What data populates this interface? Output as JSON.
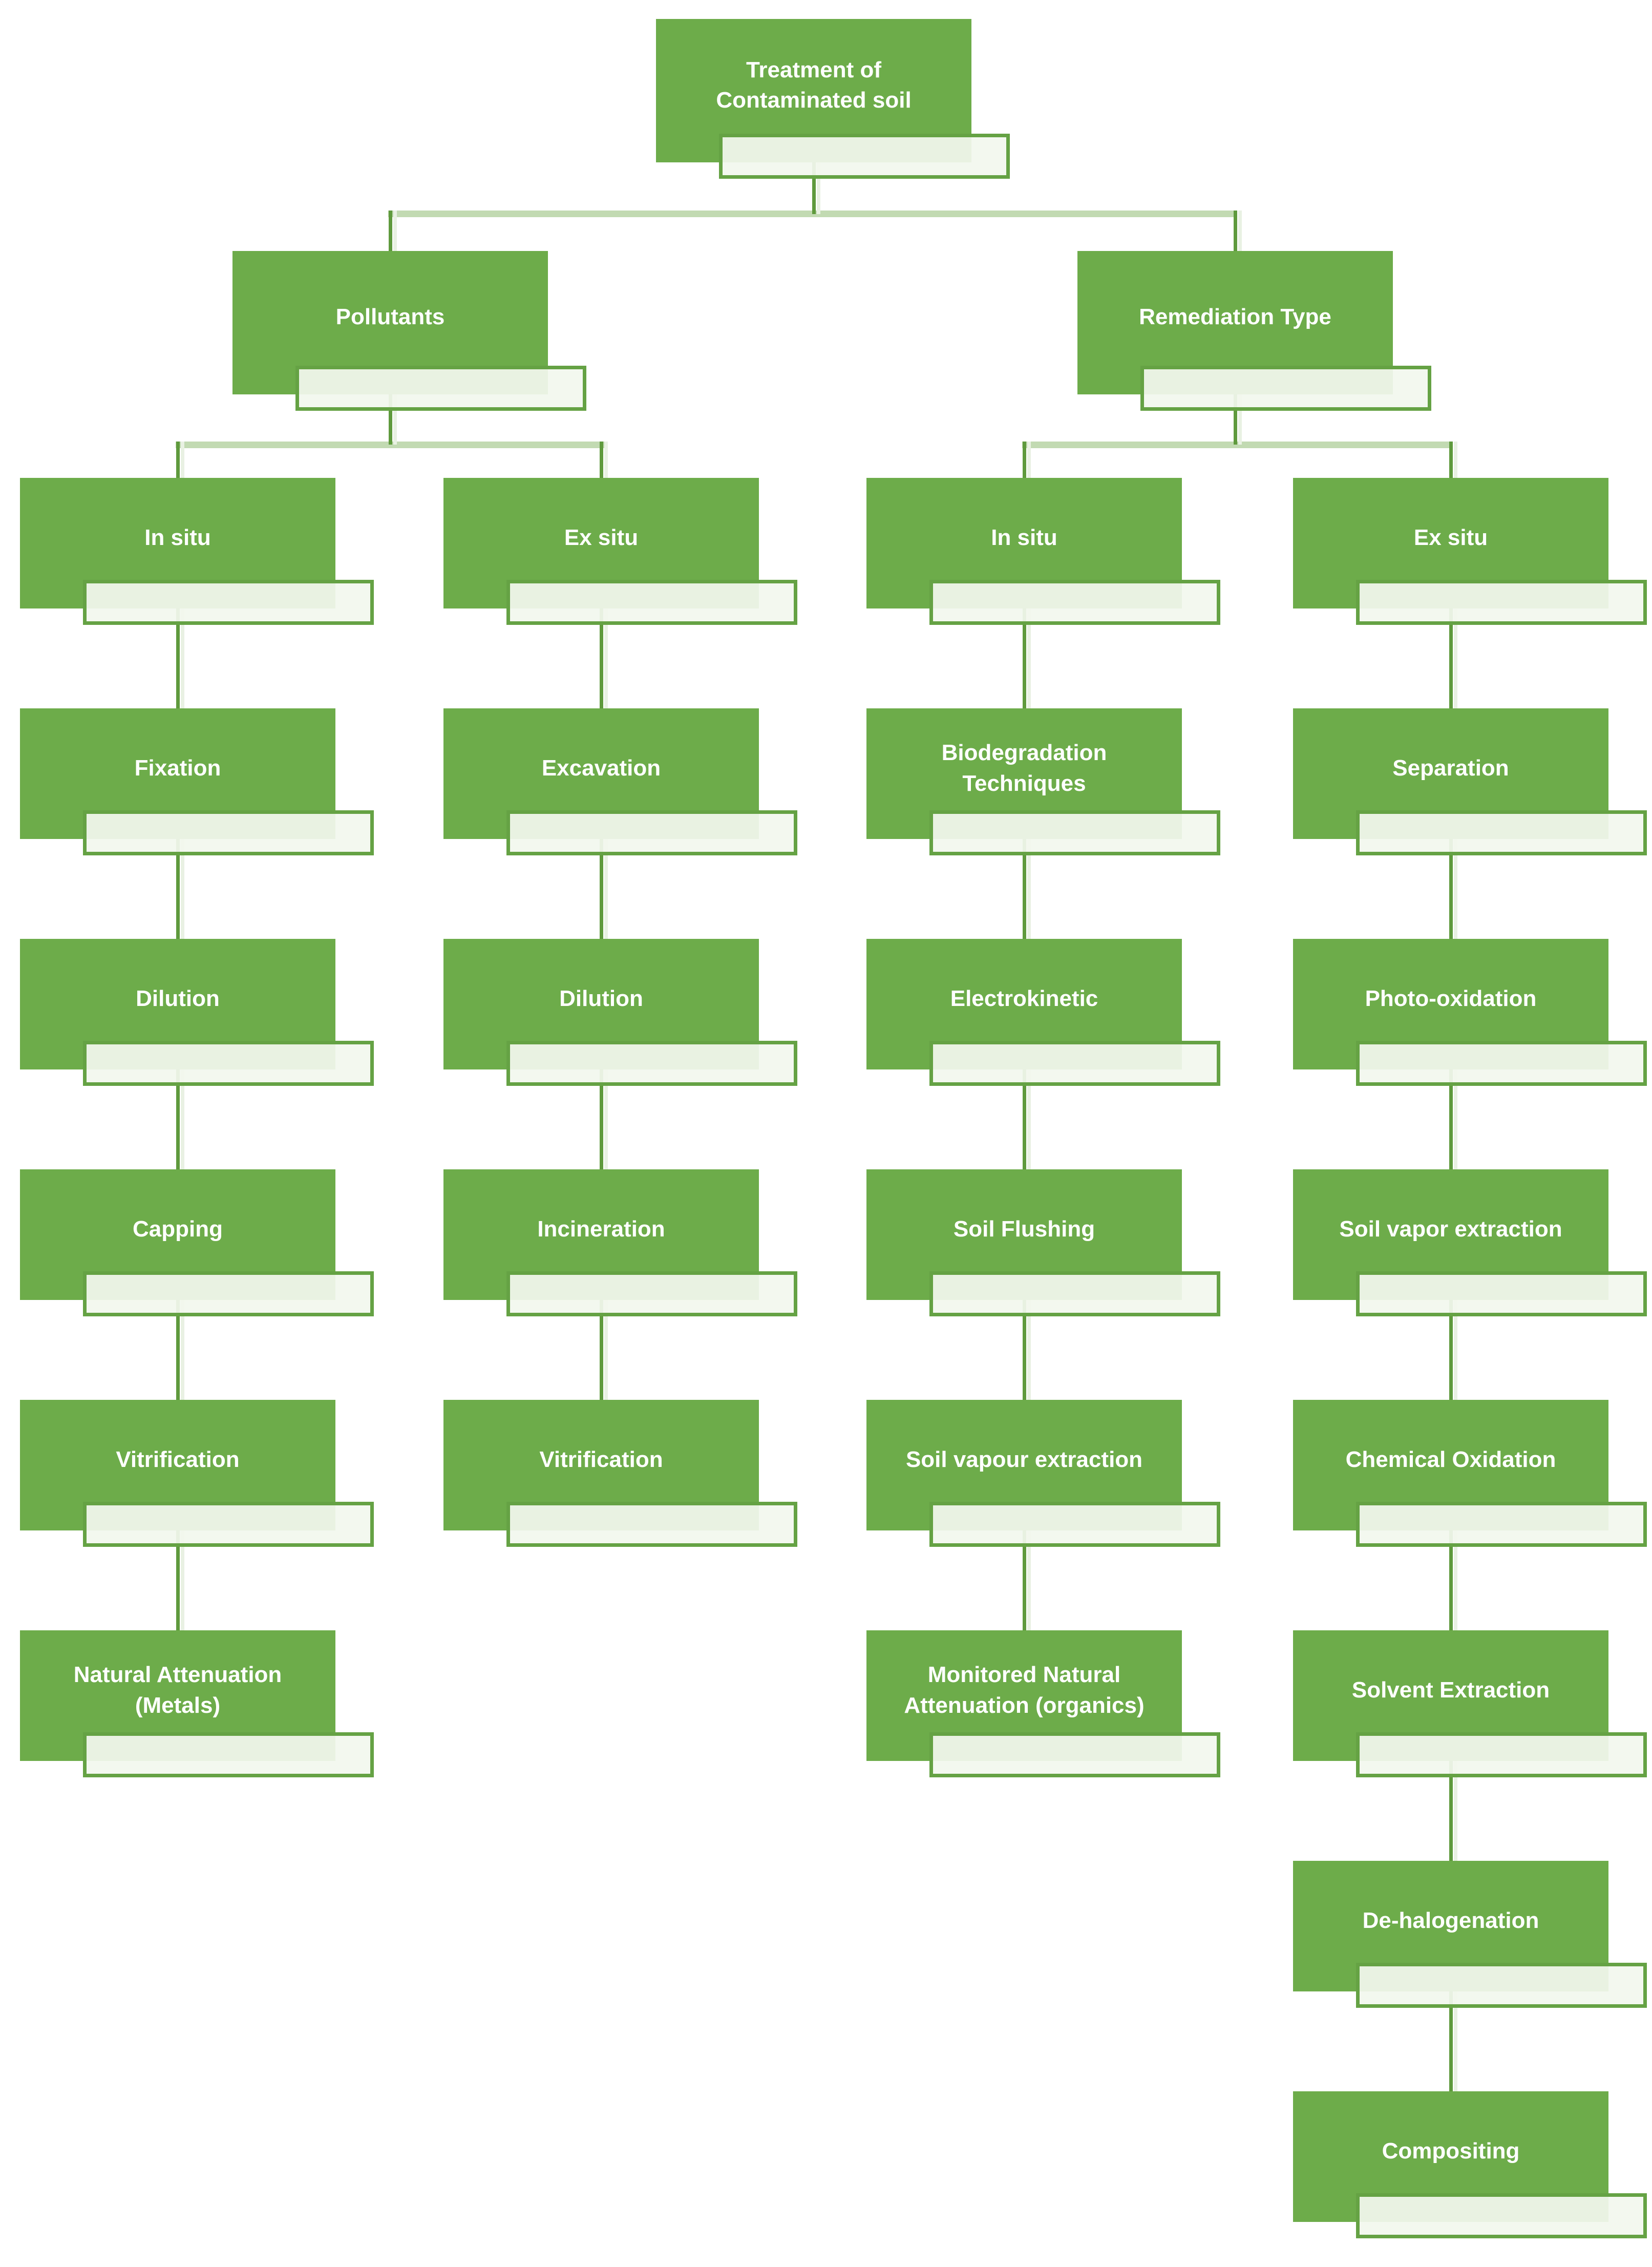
{
  "diagram": {
    "root": {
      "label": "Treatment of Contaminated soil"
    },
    "branches": [
      {
        "label": "Pollutants",
        "groups": [
          {
            "label": "In situ",
            "items": [
              "Fixation",
              "Dilution",
              "Capping",
              "Vitrification",
              "Natural Attenuation (Metals)"
            ]
          },
          {
            "label": "Ex situ",
            "items": [
              "Excavation",
              "Dilution",
              "Incineration",
              "Vitrification"
            ]
          }
        ]
      },
      {
        "label": "Remediation Type",
        "groups": [
          {
            "label": "In situ",
            "items": [
              "Biodegradation Techniques",
              "Electrokinetic",
              "Soil Flushing",
              "Soil vapour extraction",
              "Monitored Natural Attenuation (organics)"
            ]
          },
          {
            "label": "Ex situ",
            "items": [
              "Separation",
              "Photo-oxidation",
              "Soil vapor extraction",
              "Chemical Oxidation",
              "Solvent Extraction",
              "De-halogenation",
              "Compositing"
            ]
          }
        ]
      }
    ],
    "colors": {
      "box_fill": "#6DAC4A",
      "shadow_border": "#65A244",
      "shadow_fill": "#F2F7EE",
      "connector": "#5F9A3D",
      "branch_band": "#A9C98F",
      "text": "#FFFFFF"
    }
  }
}
